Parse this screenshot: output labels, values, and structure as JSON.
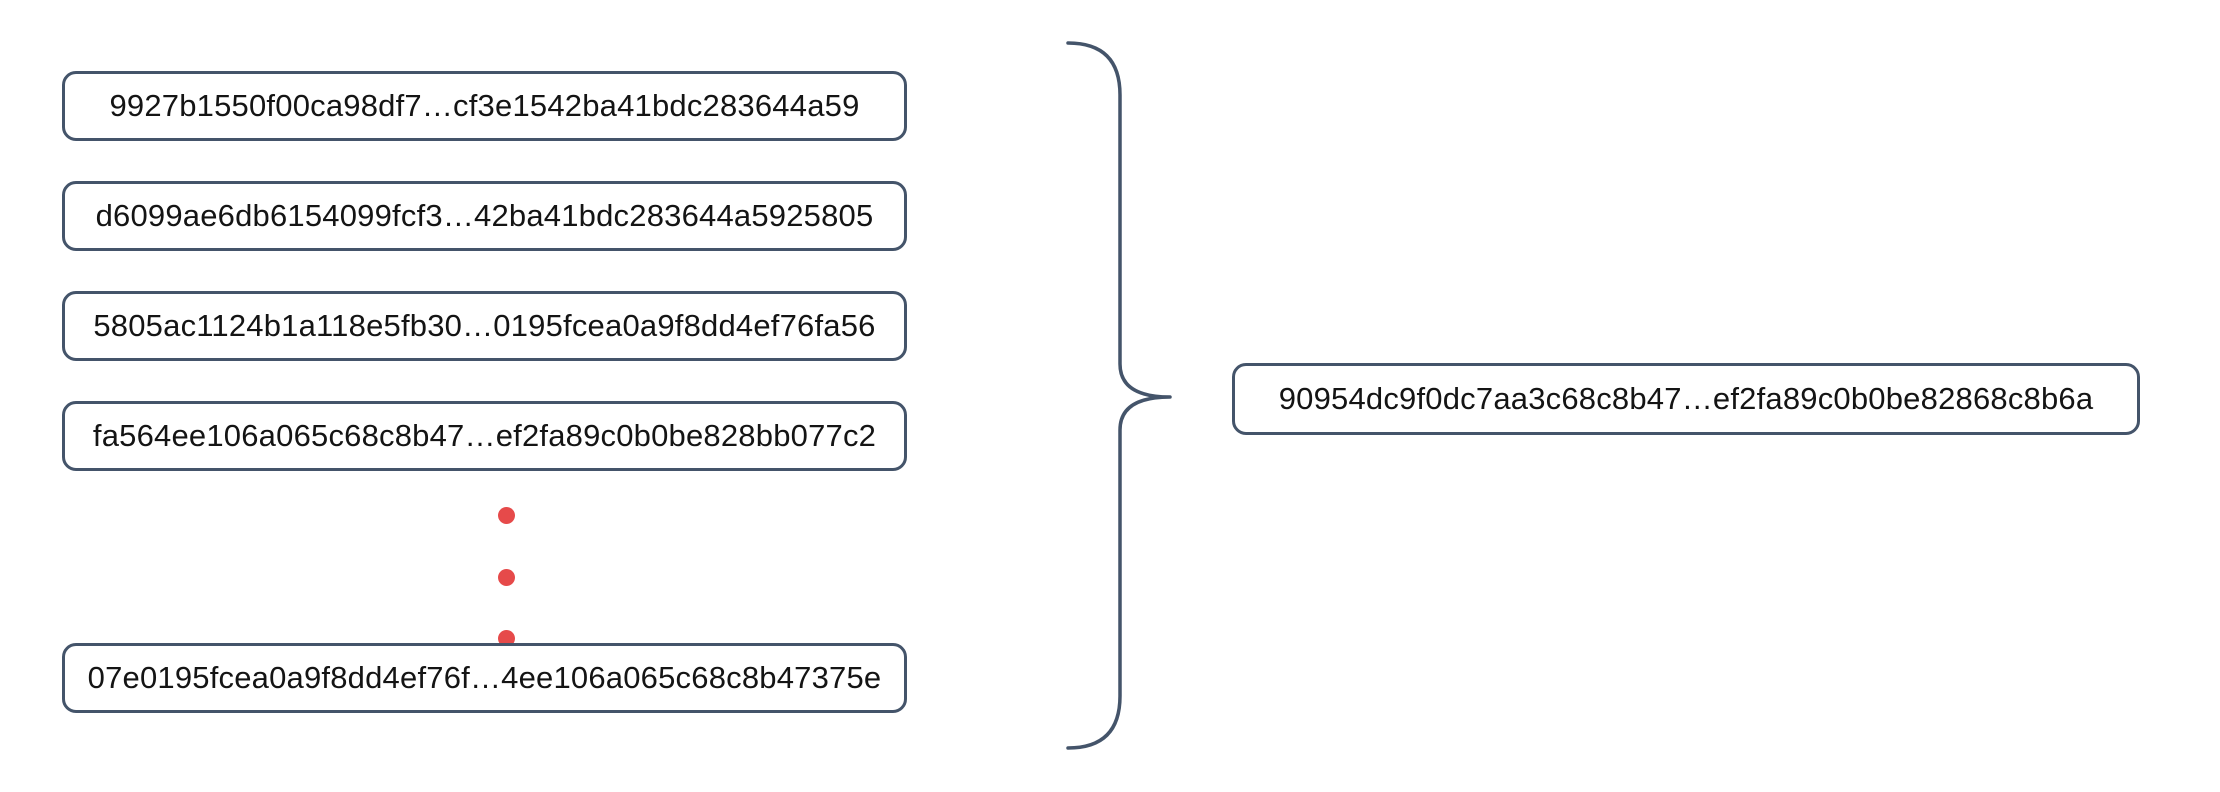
{
  "diagram": {
    "input_hashes": [
      "9927b1550f00ca98df7…cf3e1542ba41bdc283644a59",
      "d6099ae6db6154099fcf3…42ba41bdc283644a5925805",
      "5805ac1124b1a118e5fb30…0195fcea0a9f8dd4ef76fa56",
      "fa564ee106a065c68c8b47…ef2fa89c0b0be828bb077c2",
      "07e0195fcea0a9f8dd4ef76f…4ee106a065c68c8b47375e"
    ],
    "ellipsis_dot_count": 3,
    "output_hash": "90954dc9f0dc7aa3c68c8b47…ef2fa89c0b0be82868c8b6a"
  },
  "colors": {
    "box_border": "#44546A",
    "brace": "#44546A",
    "dot": "#E64A4A",
    "text": "#141414",
    "background": "#FFFFFF"
  }
}
